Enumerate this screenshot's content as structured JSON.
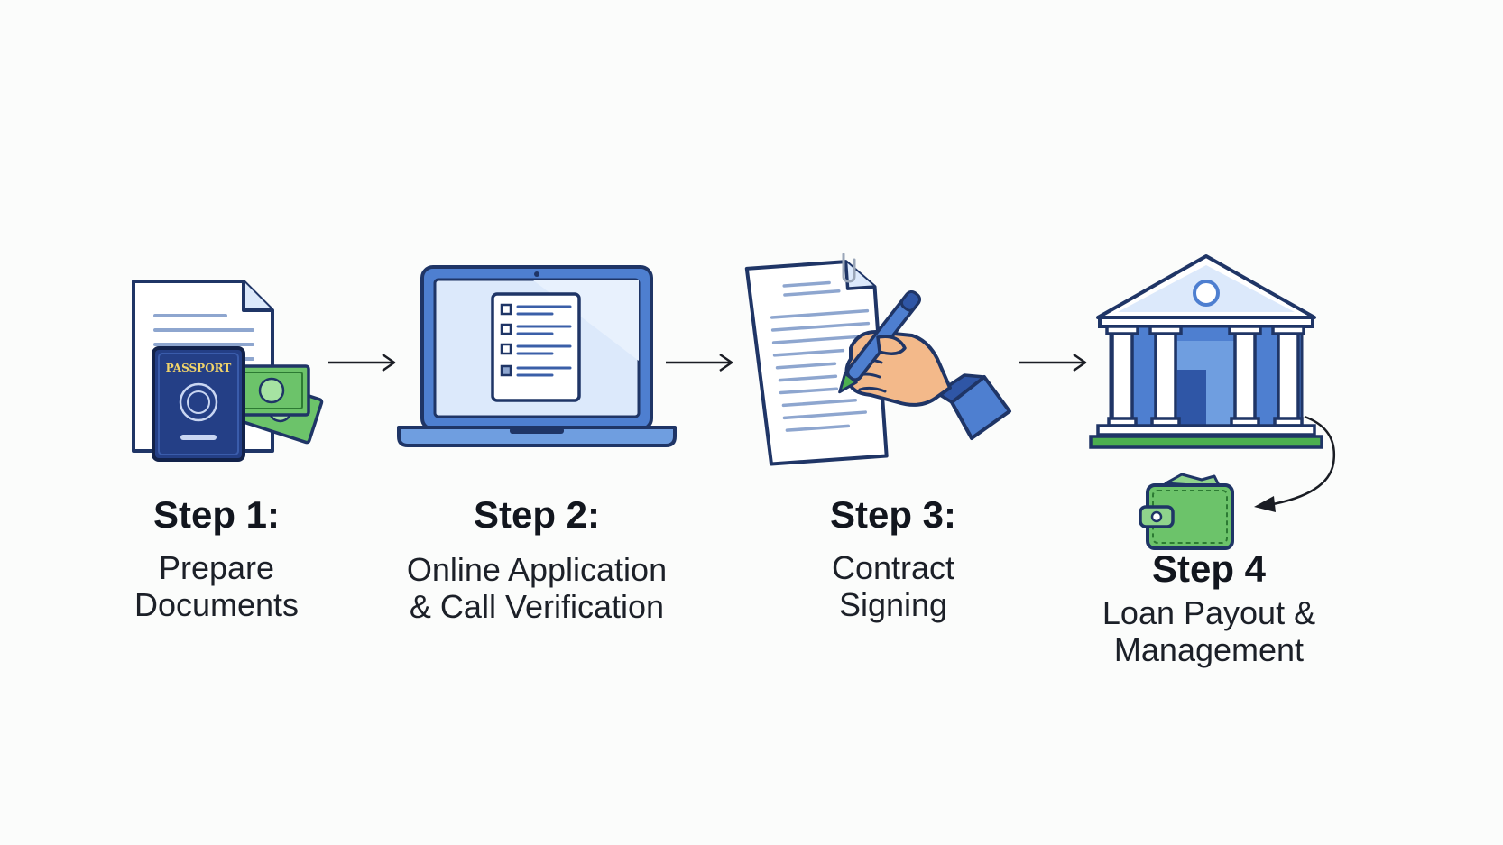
{
  "steps": [
    {
      "title": "Step 1:",
      "desc_lines": [
        "Prepare",
        "Documents"
      ],
      "icon": "documents-passport-cash-icon"
    },
    {
      "title": "Step 2:",
      "desc_lines": [
        "Online Application",
        "& Call Verification"
      ],
      "icon": "laptop-form-icon"
    },
    {
      "title": "Step 3:",
      "desc_lines": [
        "Contract",
        "Signing"
      ],
      "icon": "contract-signing-icon"
    },
    {
      "title": "Step 4",
      "desc_lines": [
        "Loan Payout &",
        "Management"
      ],
      "icon": "bank-wallet-icon"
    }
  ],
  "passport_label": "PASSPORT",
  "colors": {
    "outline": "#1f3566",
    "blue_dark": "#2f56a6",
    "blue": "#4e7fd0",
    "blue_light": "#dce9fb",
    "green": "#4caf50",
    "green_light": "#8fd48c",
    "skin": "#f3b98a",
    "paper": "#ffffff"
  }
}
